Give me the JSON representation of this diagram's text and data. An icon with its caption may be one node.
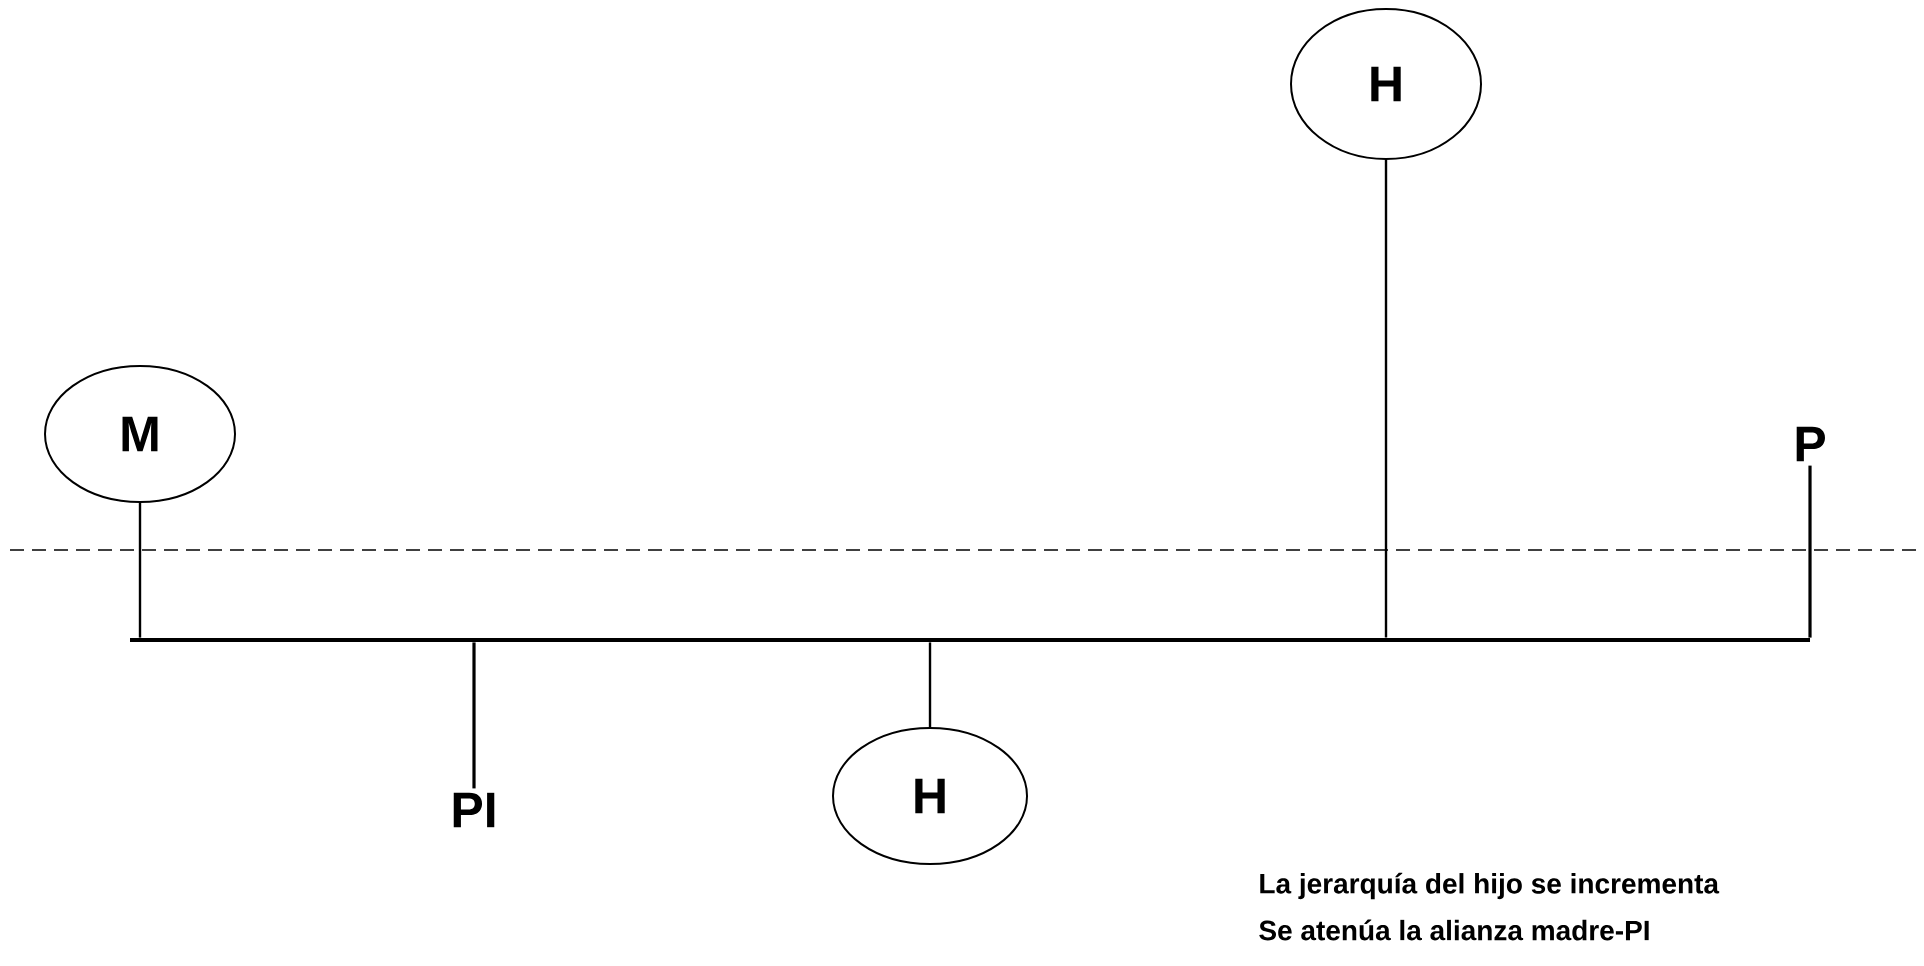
{
  "diagram": {
    "nodes": [
      {
        "text": [
          "H"
        ]
      },
      {
        "text": [
          "M"
        ]
      },
      {
        "text": [
          "P"
        ]
      },
      {
        "text": [],
        "shape": "bar"
      },
      {
        "text": [
          "PI"
        ]
      },
      {
        "text": [
          "H"
        ]
      }
    ],
    "edges": [
      {
        "from": 1,
        "to": 3,
        "arrow": "none"
      },
      {
        "from": 2,
        "to": 3,
        "arrow": "none"
      },
      {
        "from": 4,
        "to": 3,
        "arrow": "none"
      },
      {
        "from": 5,
        "to": 3,
        "arrow": "none"
      },
      {
        "from": 0,
        "to": 3,
        "arrow": "none"
      }
    ],
    "labels": [
      "La jerarquía del hijo se incrementa",
      "Se atenúa la alianza madre-PI"
    ]
  }
}
